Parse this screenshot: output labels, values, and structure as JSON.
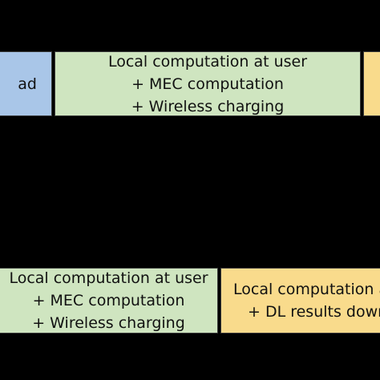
{
  "boxes": {
    "blue_top": {
      "lines": [
        "ad"
      ],
      "color": "#a9c6e8"
    },
    "green_top": {
      "lines": [
        "Local computation at user",
        "+ MEC computation",
        "+ Wireless charging"
      ],
      "color": "#cfe5c0"
    },
    "yellow_top": {
      "lines": [],
      "color": "#f9db8c"
    },
    "green_bottom": {
      "lines": [
        "Local computation at user",
        "+ MEC computation",
        "+ Wireless charging"
      ],
      "color": "#cfe5c0"
    },
    "yellow_bottom": {
      "lines": [
        "Local computation a",
        "+ DL results down"
      ],
      "color": "#f9db8c"
    }
  },
  "background": "#000000"
}
